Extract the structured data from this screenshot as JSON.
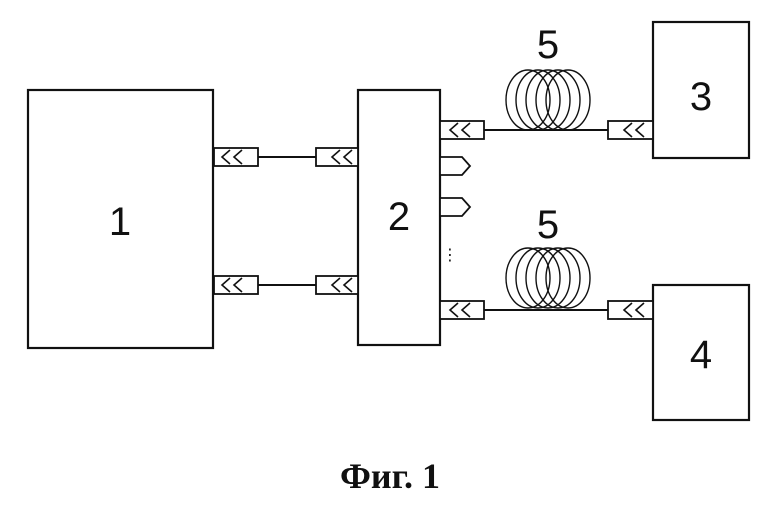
{
  "blocks": {
    "b1": "1",
    "b2": "2",
    "b3": "3",
    "b4": "4",
    "coil_top": "5",
    "coil_bottom": "5"
  },
  "ellipsis": "⋮",
  "caption": "Фиг. 1"
}
